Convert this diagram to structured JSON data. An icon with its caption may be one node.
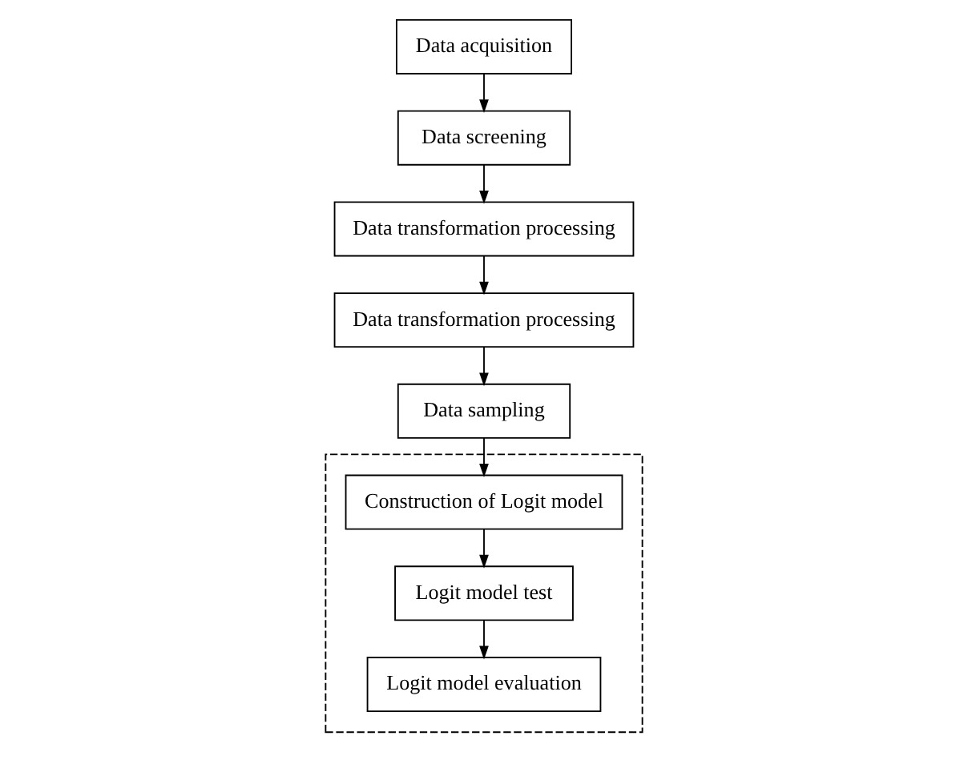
{
  "diagram": {
    "nodes": [
      {
        "text": [
          "Data acquisition"
        ]
      },
      {
        "text": [
          "Data screening"
        ]
      },
      {
        "text": [
          "Data transformation processing"
        ]
      },
      {
        "text": [
          "Data transformation processing"
        ]
      },
      {
        "text": [
          "Data sampling"
        ]
      },
      {
        "text": [],
        "shape": "box"
      },
      {
        "text": [
          "Construction of Logit model"
        ],
        "in": 5
      },
      {
        "text": [
          "Logit model test"
        ],
        "in": 5
      },
      {
        "text": [
          "Logit model evaluation"
        ],
        "in": 5
      }
    ],
    "edges": [
      {
        "from": 0,
        "to": 1,
        "arrow": "to"
      },
      {
        "from": 1,
        "to": 2,
        "arrow": "to"
      },
      {
        "from": 2,
        "to": 3,
        "arrow": "to"
      },
      {
        "from": 3,
        "to": 4,
        "arrow": "to"
      },
      {
        "from": 4,
        "to": 6,
        "arrow": "to"
      },
      {
        "from": 6,
        "to": 7,
        "arrow": "to"
      },
      {
        "from": 7,
        "to": 8,
        "arrow": "to"
      }
    ]
  }
}
